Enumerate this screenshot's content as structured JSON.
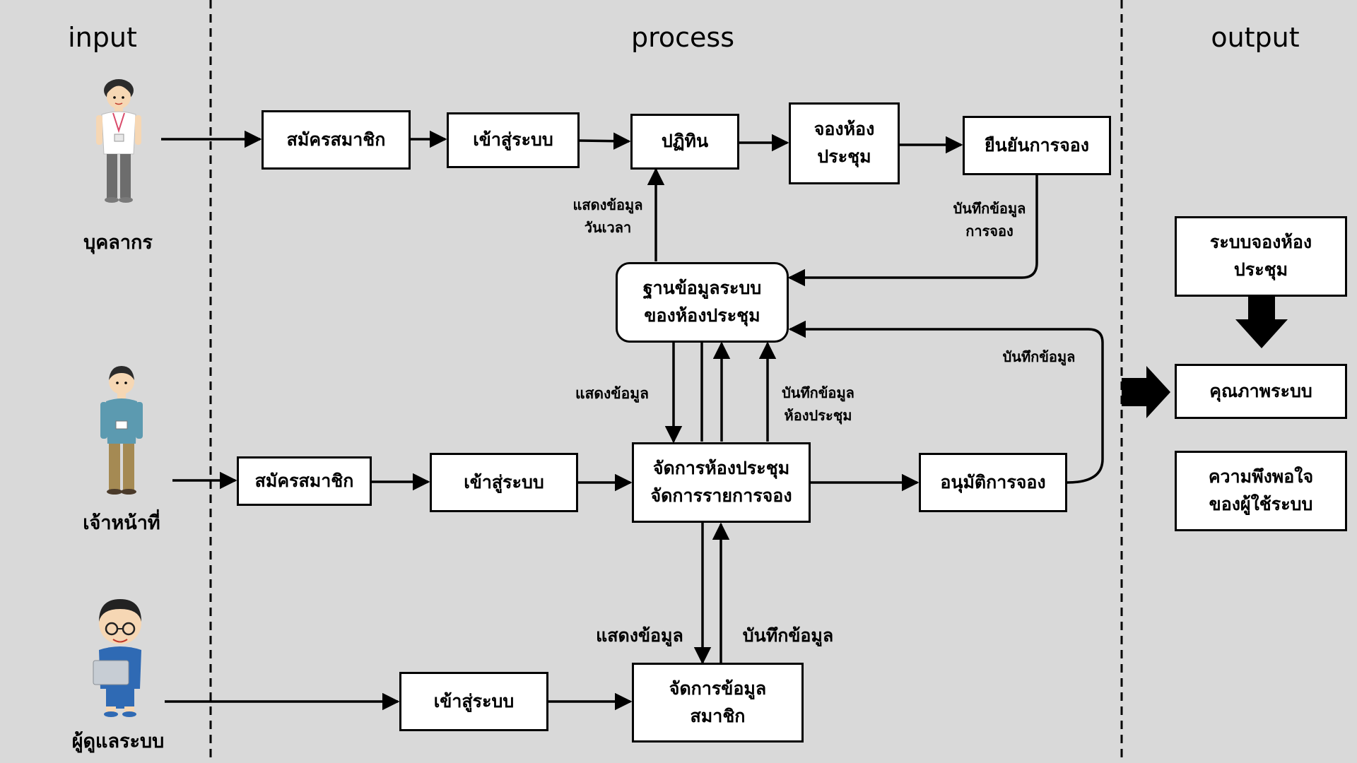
{
  "columns": {
    "input": "input",
    "process": "process",
    "output": "output"
  },
  "actors": {
    "personnel": "บุคลากร",
    "staff": "เจ้าหน้าที่",
    "admin": "ผู้ดูแลระบบ"
  },
  "personnel_flow": {
    "register": "สมัครสมาชิก",
    "login": "เข้าสู่ระบบ",
    "calendar": "ปฏิทิน",
    "book_room": "จองห้อง\nประชุม",
    "confirm": "ยืนยันการจอง"
  },
  "database": "ฐานข้อมูลระบบ\nของห้องประชุม",
  "staff_flow": {
    "register": "สมัครสมาชิก",
    "login": "เข้าสู่ระบบ",
    "manage": "จัดการห้องประชุม\nจัดการรายการจอง",
    "approve": "อนุมัติการจอง"
  },
  "admin_flow": {
    "login": "เข้าสู่ระบบ",
    "manage_members": "จัดการข้อมูล\nสมาชิก"
  },
  "edge_labels": {
    "show_datetime": "แสดงข้อมูล\nวันเวลา",
    "save_booking": "บันทึกข้อมูล\nการจอง",
    "save_data_approve": "บันทึกข้อมูล",
    "show_data_staff": "แสดงข้อมูล",
    "save_room": "บันทึกข้อมูล\nห้องประชุม",
    "show_data_admin": "แสดงข้อมูล",
    "save_data_admin": "บันทึกข้อมูล"
  },
  "outputs": {
    "system": "ระบบจองห้อง\nประชุม",
    "quality": "คุณภาพระบบ",
    "satisfaction": "ความพึงพอใจ\nของผู้ใช้ระบบ"
  }
}
